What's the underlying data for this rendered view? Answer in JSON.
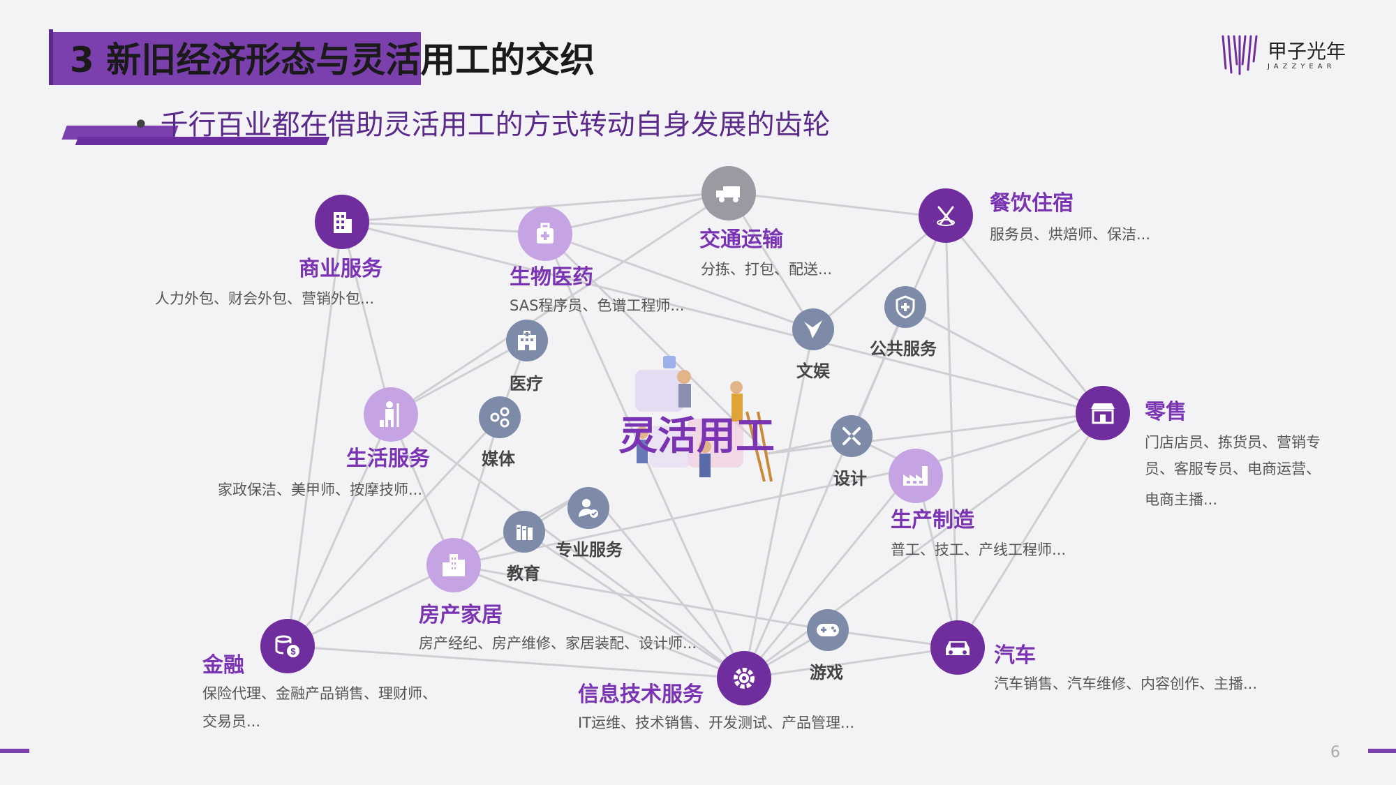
{
  "slide": {
    "title": "3 新旧经济形态与灵活用工的交织",
    "subtitle": "千行百业都在借助灵活用工的方式转动自身发展的齿轮",
    "bullet": "•",
    "page_number": "6",
    "logo": {
      "name": "甲子光年",
      "sub": "JAZZYEAR"
    }
  },
  "center": {
    "label": "灵活用工"
  },
  "industries": {
    "commercial": {
      "label": "商业服务",
      "desc": "人力外包、财会外包、营销外包...",
      "icon": "building-icon"
    },
    "biomed": {
      "label": "生物医药",
      "desc": "SAS程序员、色谱工程师...",
      "icon": "medicine-bag-icon"
    },
    "transport": {
      "label": "交通运输",
      "desc": "分拣、打包、配送...",
      "icon": "delivery-truck-icon"
    },
    "catering": {
      "label": "餐饮住宿",
      "desc": "服务员、烘焙师、保洁...",
      "icon": "utensils-icon"
    },
    "retail": {
      "label": "零售",
      "desc": [
        "门店店员、拣货员、营销专",
        "员、客服专员、电商运营、",
        "电商主播..."
      ],
      "icon": "storefront-icon"
    },
    "manufacturing": {
      "label": "生产制造",
      "desc": "普工、技工、产线工程师...",
      "icon": "factory-icon"
    },
    "auto": {
      "label": "汽车",
      "desc": "汽车销售、汽车维修、内容创作、主播...",
      "icon": "car-icon"
    },
    "it": {
      "label": "信息技术服务",
      "desc": "IT运维、技术销售、开发测试、产品管理...",
      "icon": "gear-icon"
    },
    "finance": {
      "label": "金融",
      "desc": [
        "保险代理、金融产品销售、理财师、",
        "交易员..."
      ],
      "icon": "coins-icon"
    },
    "realestate": {
      "label": "房产家居",
      "desc": "房产经纪、房产维修、家居装配、设计师...",
      "icon": "city-icon"
    },
    "life": {
      "label": "生活服务",
      "desc": "家政保洁、美甲师、按摩技师...",
      "icon": "cleaner-icon"
    }
  },
  "sectors": {
    "medical": {
      "label": "医疗",
      "icon": "hospital-icon"
    },
    "media": {
      "label": "媒体",
      "icon": "share-icon"
    },
    "education": {
      "label": "教育",
      "icon": "books-icon"
    },
    "professional": {
      "label": "专业服务",
      "icon": "professional-icon"
    },
    "entertainment": {
      "label": "文娱",
      "icon": "bird-icon"
    },
    "public": {
      "label": "公共服务",
      "icon": "shield-icon"
    },
    "design": {
      "label": "设计",
      "icon": "design-tools-icon"
    },
    "gaming": {
      "label": "游戏",
      "icon": "gamepad-icon"
    }
  },
  "colors": {
    "accent": "#7a34b3",
    "dark_node": "#6f2d9e",
    "light_node": "#c6a4e3",
    "slate_node": "#7d8aa8",
    "line": "#c8c8ce"
  }
}
